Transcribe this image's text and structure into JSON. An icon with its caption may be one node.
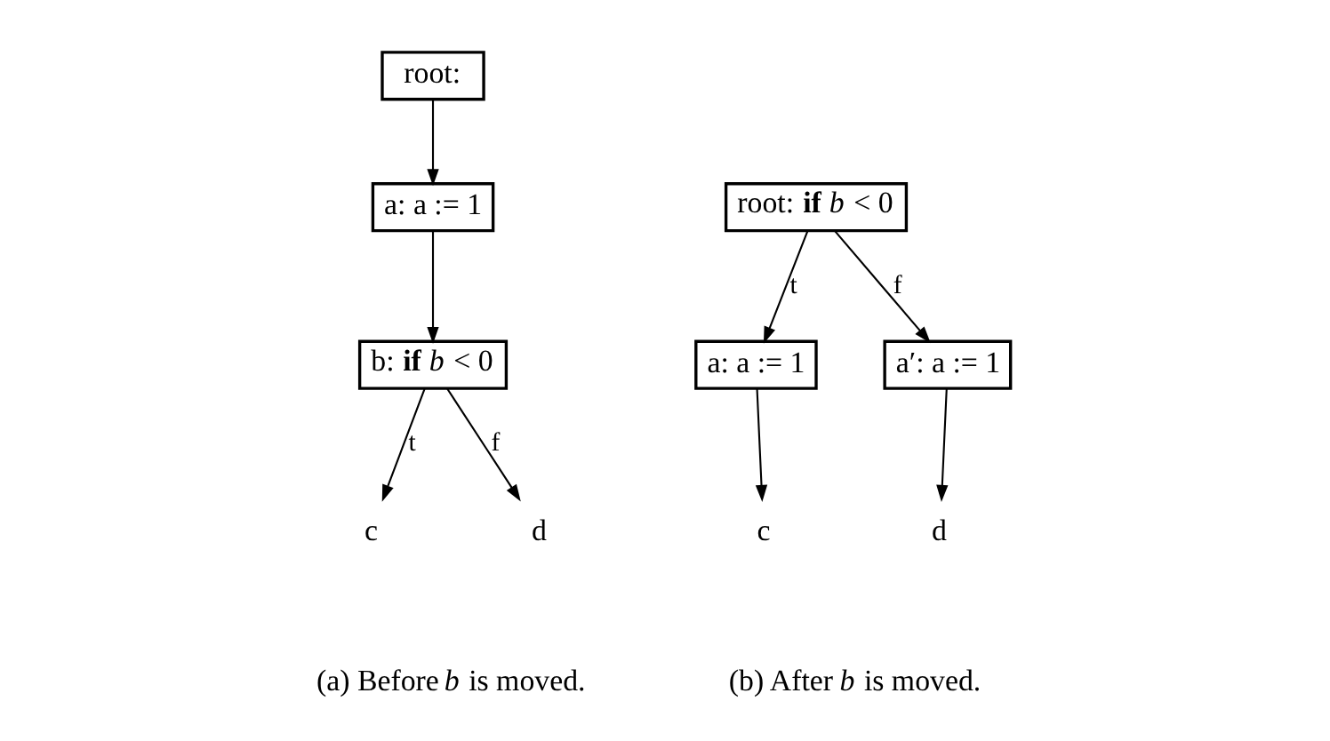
{
  "diagram": {
    "nodes": [
      {
        "text": [
          "root:"
        ]
      },
      {
        "text": [
          "a: a := 1"
        ]
      },
      {
        "text": [
          "b: **if** *b* < 0"
        ]
      },
      {
        "text": [
          "c"
        ]
      },
      {
        "text": [
          "d"
        ]
      },
      {
        "text": [
          "root: **if** *b* < 0"
        ]
      },
      {
        "text": [
          "a: a := 1"
        ]
      },
      {
        "text": [
          "a′: a := 1"
        ]
      },
      {
        "text": [
          "c"
        ]
      },
      {
        "text": [
          "d"
        ]
      }
    ],
    "edges": [
      {
        "from": 0,
        "to": 1,
        "arrow": "to"
      },
      {
        "from": 1,
        "to": 2,
        "arrow": "to"
      },
      {
        "from": 2,
        "to": 3,
        "arrow": "to",
        "label": "t"
      },
      {
        "from": 2,
        "to": 4,
        "arrow": "to",
        "label": "f"
      },
      {
        "from": 5,
        "to": 6,
        "arrow": "to",
        "label": "t"
      },
      {
        "from": 5,
        "to": 7,
        "arrow": "to",
        "label": "f"
      },
      {
        "from": 6,
        "to": 8,
        "arrow": "to"
      },
      {
        "from": 7,
        "to": 9,
        "arrow": "to"
      }
    ],
    "labels": [
      "(a) Before *b* is moved.",
      "(b) After *b* is moved."
    ]
  }
}
